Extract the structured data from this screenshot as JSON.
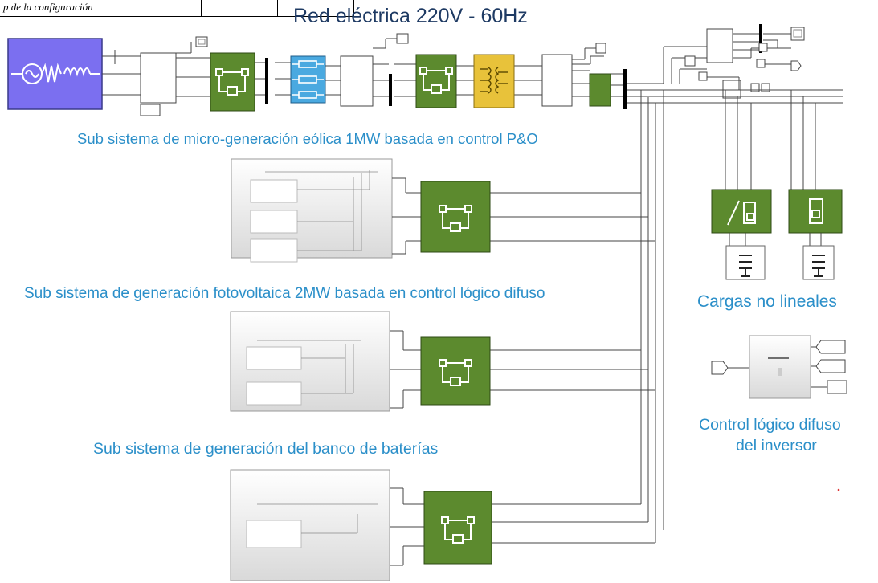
{
  "header": {
    "caption_fragment": "p de la configuración",
    "title": "Red eléctrica 220V - 60Hz"
  },
  "labels": {
    "wind": "Sub sistema de micro-generación eólica 1MW basada en control P&O",
    "pv": "Sub sistema de generación fotovoltaica 2MW basada en control lógico difuso",
    "battery": "Sub sistema de generación del banco de baterías",
    "loads": "Cargas no lineales",
    "control_line1": "Control lógico difuso",
    "control_line2": "del inversor"
  },
  "colors": {
    "green_block": "#5c8a2e",
    "blue_block": "#4aa9e0",
    "yellow_block": "#e8c23a",
    "source_block": "#7b6ff0",
    "label_blue": "#2b8fc9",
    "title_dark": "#1e3a63"
  }
}
